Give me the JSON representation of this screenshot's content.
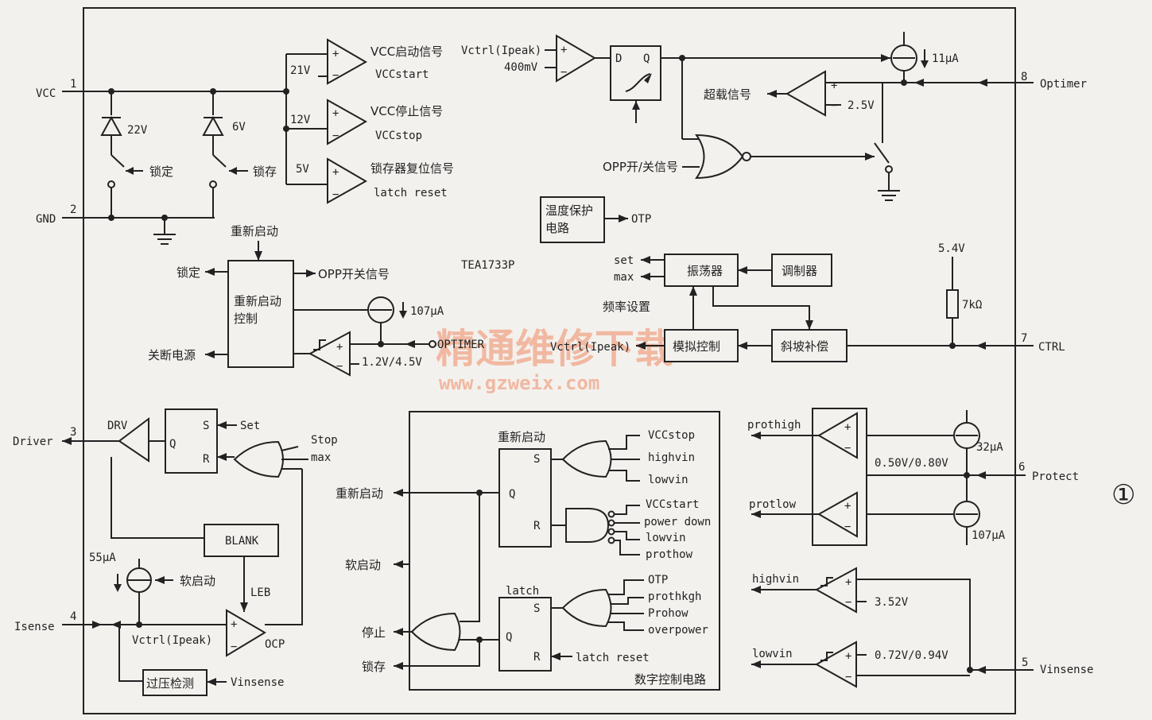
{
  "pins": {
    "vcc": {
      "num": "1",
      "name": "VCC"
    },
    "gnd": {
      "num": "2",
      "name": "GND"
    },
    "driver": {
      "num": "3",
      "name": "Driver"
    },
    "isense": {
      "num": "4",
      "name": "Isense"
    },
    "vinsense": {
      "num": "5",
      "name": "Vinsense"
    },
    "protect": {
      "num": "6",
      "name": "Protect"
    },
    "ctrl": {
      "num": "7",
      "name": "CTRL"
    },
    "optimer": {
      "num": "8",
      "name": "Optimer"
    }
  },
  "chip": "TEA1733P",
  "figure_number": "①",
  "labels": {
    "z22": "22V",
    "z6": "6V",
    "lock": "锁定",
    "latch": "锁存",
    "v21": "21V",
    "v12": "12V",
    "v5": "5V",
    "vcc_start_cn": "VCC启动信号",
    "vcc_start": "VCCstart",
    "vcc_stop_cn": "VCC停止信号",
    "vcc_stop": "VCCstop",
    "latch_reset_cn": "锁存器复位信号",
    "latch_reset": "latch reset",
    "vctrl_ipeak": "Vctrl(Ipeak)",
    "v400": "400mV",
    "d": "D",
    "q": "Q",
    "i11": "11μA",
    "overload": "超载信号",
    "v25": "2.5V",
    "opp_onoff": "OPP开/关信号",
    "temp_prot": "温度保护",
    "temp_prot2": "电路",
    "otp": "OTP",
    "restart": "重新启动",
    "lock_out": "锁定",
    "opp_sw": "OPP开关信号",
    "restart_ctrl": "重新启动",
    "restart_ctrl2": "控制",
    "i107": "107μA",
    "shutdown": "关断电源",
    "optimer_in": "OPTIMER",
    "v12_45": "1.2V/4.5V",
    "set": "set",
    "max": "max",
    "osc": "振荡器",
    "modulator": "调制器",
    "freq_set": "频率设置",
    "v54": "5.4V",
    "r7k": "7kΩ",
    "vctrl_ipeak2": "Vctrl(Ipeak)",
    "analog_ctrl": "模拟控制",
    "slope_comp": "斜坡补偿",
    "drv": "DRV",
    "s": "S",
    "r": "R",
    "set_in": "Set",
    "stop": "Stop",
    "max2": "max",
    "blank": "BLANK",
    "i55": "55μA",
    "softstart": "软启动",
    "leb": "LEB",
    "vctrl_ipeak3": "Vctrl(Ipeak)",
    "ocp": "OCP",
    "ovp_detect": "过压检测",
    "vinsense_in": "Vinsense",
    "dc_title": "数字控制电路",
    "dc_restart": "重新启动",
    "dc_restart_out": "重新启动",
    "soft_out": "软启动",
    "stop_out": "停止",
    "latch_out": "锁存",
    "latch_ff": "latch",
    "g1_1": "VCCstop",
    "g1_2": "highvin",
    "g1_3": "lowvin",
    "g2_1": "VCCstart",
    "g2_2": "power down",
    "g2_3": "lowvin",
    "g2_4": "prothow",
    "g3_1": "OTP",
    "g3_2": "prothkgh",
    "g3_3": "Prohow",
    "g3_4": "overpower",
    "latch_reset2": "latch reset",
    "prothigh": "prothigh",
    "protlow": "protlow",
    "i32": "32μA",
    "v05_08": "0.50V/0.80V",
    "i107b": "107μA",
    "highvin": "highvin",
    "v352": "3.52V",
    "lowvin": "lowvin",
    "v072_094": "0.72V/0.94V",
    "plus": "+",
    "minus": "−"
  },
  "watermark": {
    "cn": "精通维修下载",
    "url": "www.gzweix.com"
  }
}
